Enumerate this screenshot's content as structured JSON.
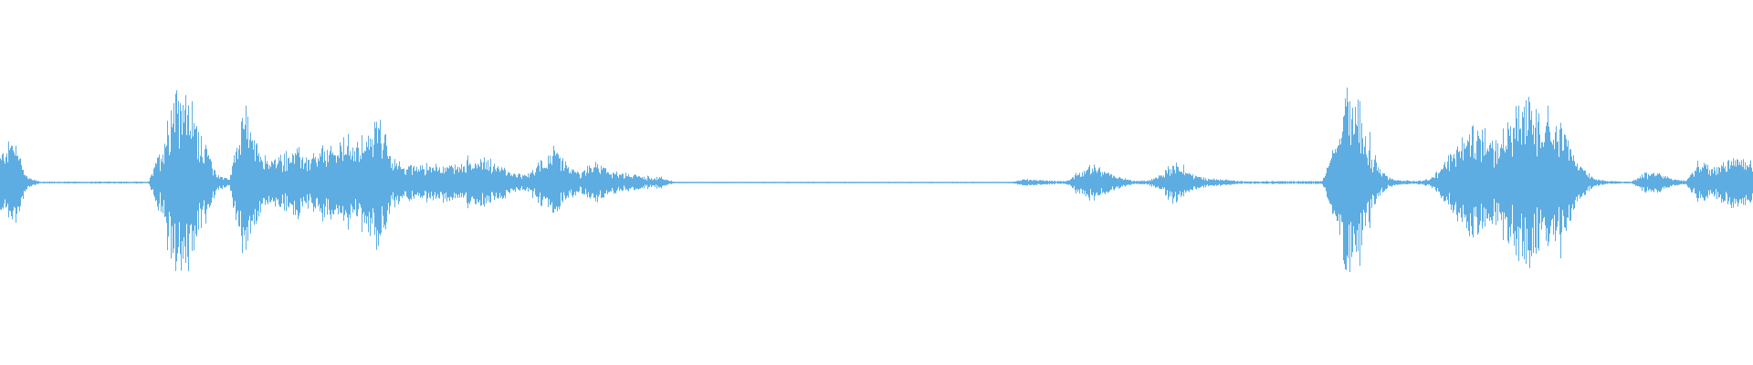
{
  "waveform": {
    "color": "#5dade2",
    "background": "#ffffff",
    "amplitude_envelope": [
      0.15,
      0.25,
      0.03,
      0.005,
      0.005,
      0.005,
      0.005,
      0.005,
      0.005,
      0.005,
      0.005,
      0.005,
      0.2,
      0.57,
      0.45,
      0.25,
      0.05,
      0.02,
      0.43,
      0.2,
      0.12,
      0.15,
      0.18,
      0.12,
      0.18,
      0.2,
      0.25,
      0.2,
      0.4,
      0.12,
      0.1,
      0.1,
      0.1,
      0.1,
      0.1,
      0.12,
      0.14,
      0.1,
      0.05,
      0.04,
      0.12,
      0.18,
      0.1,
      0.05,
      0.12,
      0.07,
      0.05,
      0.045,
      0.03,
      0.03,
      0.004,
      0.004,
      0.004,
      0.004,
      0.004,
      0.004,
      0.004,
      0.004,
      0.004,
      0.004,
      0.004,
      0.004,
      0.004,
      0.004,
      0.004,
      0.004,
      0.004,
      0.004,
      0.004,
      0.004,
      0.004,
      0.004,
      0.004,
      0.004,
      0.004,
      0.004,
      0.02,
      0.015,
      0.01,
      0.008,
      0.06,
      0.1,
      0.06,
      0.03,
      0.01,
      0.01,
      0.04,
      0.12,
      0.06,
      0.03,
      0.02,
      0.015,
      0.008,
      0.008,
      0.008,
      0.008,
      0.008,
      0.008,
      0.008,
      0.2,
      0.55,
      0.35,
      0.1,
      0.03,
      0.01,
      0.01,
      0.02,
      0.1,
      0.2,
      0.28,
      0.3,
      0.25,
      0.35,
      0.45,
      0.4,
      0.38,
      0.3,
      0.1,
      0.03,
      0.01,
      0.006,
      0.006,
      0.06,
      0.05,
      0.02,
      0.01,
      0.12,
      0.08,
      0.12,
      0.15,
      0.1
    ]
  }
}
